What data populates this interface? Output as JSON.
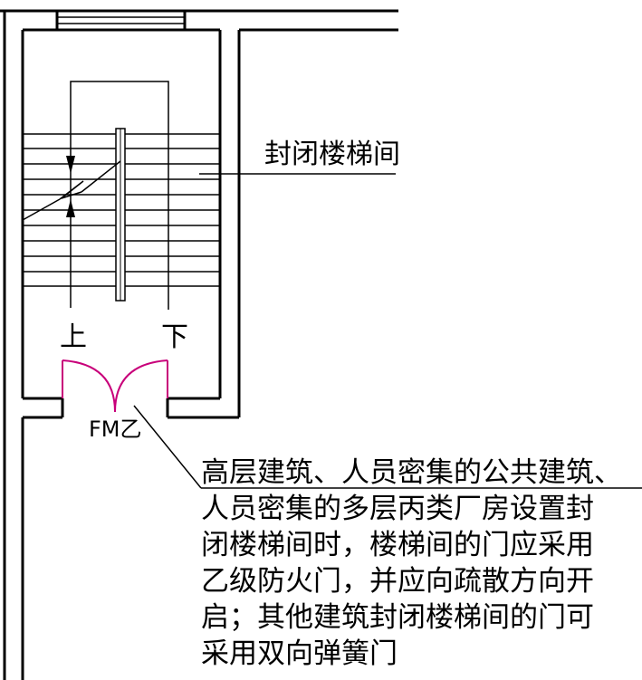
{
  "labels": {
    "stair_title": "封闭楼梯间",
    "up": "上",
    "down": "下",
    "door_code": "FM乙"
  },
  "note": {
    "lines": [
      "高层建筑、人员密集的公共建筑、",
      "人员密集的多层丙类厂房设置封",
      "闭楼梯间时，楼梯间的门应采用",
      "乙级防火门，并应向疏散方向开",
      "启；其他建筑封闭楼梯间的门可",
      "采用双向弹簧门"
    ]
  },
  "colors": {
    "line": "#000000",
    "door": "#c8007a"
  }
}
